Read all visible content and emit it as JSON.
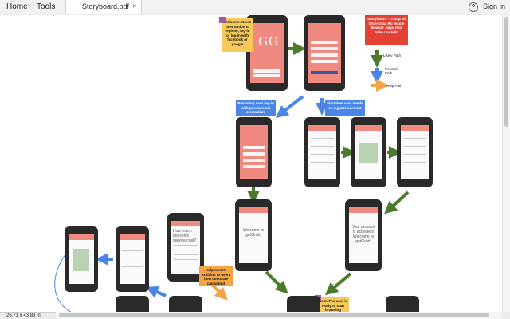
{
  "toolbar": {
    "home_label": "Home",
    "tools_label": "Tools",
    "tab_title": "Storyboard.pdf",
    "tab_close": "×",
    "help_symbol": "?",
    "signin_label": "Sign In"
  },
  "status": {
    "page_size": "26.71 x 43.83 in"
  },
  "storyboard": {
    "welcome_note": "Welcome. Gives user option to register, log-in or log in with facebook or google",
    "logo_text": "GG",
    "returning_note": "Returning user log-in with previous set credentials",
    "first_time_note": "First time user needs to register account",
    "team_card": "Storyboard - Group 15 Chin-Chau Ku Nicole Bowker Jiayu Han John Costello",
    "legend_likely": "Likely Path",
    "legend_possible": "Possible Path",
    "legend_help": "Help Path",
    "welcome_screen_text": "Welcome to getGrub!",
    "activated_text": "Your account is activated! Welcome to getGrub!",
    "help_note": "Help screen explains to users how costs are calculated",
    "next_note": "Next. The user is ready to start browsing",
    "help_question": "How much does this service cost?"
  },
  "colors": {
    "likely_path": "#4a7a2a",
    "possible_path": "#4a86e8",
    "help_path": "#f3a545",
    "screen_pink": "#f08a80"
  }
}
